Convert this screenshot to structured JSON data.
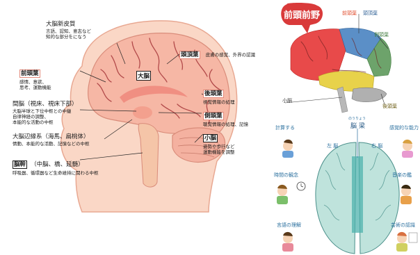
{
  "left_diagram": {
    "daino_label": "大脳",
    "neocortex": {
      "title": "大脳新皮質",
      "desc": "言語、認知、意志など\n知的な部分をになう"
    },
    "frontal": {
      "title": "前頭葉",
      "desc": "感情、意欲、\n思考、運動機能"
    },
    "parietal": {
      "title": "頭頂葉",
      "desc": "皮膚の感覚、外界の認識"
    },
    "occipital": {
      "title": "後頭葉",
      "desc": "視覚情報の処理"
    },
    "temporal": {
      "title": "側頭葉",
      "desc": "聴覚情報の処理、記憶"
    },
    "diencephalon": {
      "title": "間脳（視床、視床下部）",
      "desc": "大脳半球と下位中枢との中継\n自律神経の調整、\n本能的な活動の中枢"
    },
    "limbic": {
      "title": "大脳辺縁系（海馬、扁桃体）",
      "desc": "情動、本能的な活動、記憶などの中枢"
    },
    "cerebellum": {
      "title": "小脳",
      "desc": "姿勢や歩行など\n運動機能を調整"
    },
    "brainstem": {
      "title": "脳幹",
      "title_suffix": "（中脳、橋、延髄）",
      "desc": "呼吸器、循環器など生命維持に関わる中枢"
    }
  },
  "right_top": {
    "bubble": "前頭前野",
    "frontal": "前頭葉",
    "parietal": "頭頂葉",
    "temporal": "側頭葉",
    "cerebellum": "小脳",
    "occipital": "後頭葉"
  },
  "right_bottom": {
    "corpus_furigana": "のうりょう",
    "corpus": "脳梁",
    "left_brain": "左 脳",
    "right_brain": "右 脳",
    "left_items": [
      "計算する",
      "時間の観念",
      "言語の理解"
    ],
    "right_items": [
      "感覚的な能力",
      "音楽の鑑",
      "芸術の認識"
    ]
  },
  "colors": {
    "head_skin": "#fad7c6",
    "brain_pink": "#f6b7a5",
    "sulci": "#b24a4a",
    "frontal_red": "#e84a4a",
    "parietal_blue": "#5b8fc7",
    "temporal_green": "#6da36b",
    "occipital_yellow": "#e8d24a",
    "top_brain_teal": "#bfe3dc"
  }
}
